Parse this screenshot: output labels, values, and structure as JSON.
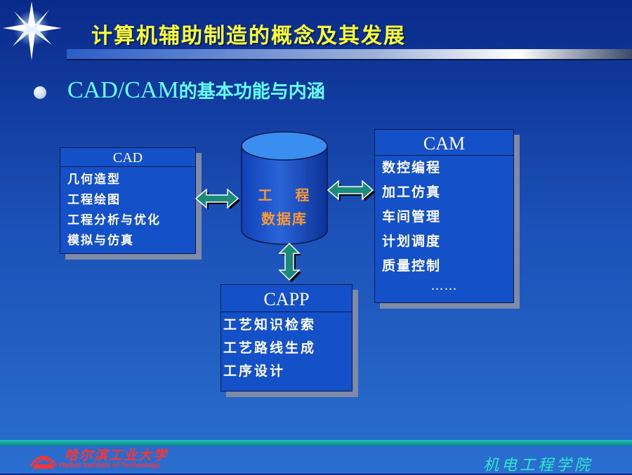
{
  "title": "计算机辅助制造的概念及其发展",
  "bullet": {
    "prefix": "CAD/CAM",
    "suffix": "的基本功能与内涵"
  },
  "cad": {
    "header": "CAD",
    "items": [
      "几何造型",
      "工程绘图",
      "工程分析与优化",
      "模拟与仿真"
    ]
  },
  "database": {
    "line1": "工 程",
    "line2": "数据库"
  },
  "cam": {
    "header": "CAM",
    "items": [
      "数控编程",
      "加工仿真",
      "车间管理",
      "计划调度",
      "质量控制"
    ],
    "ellipsis": "……"
  },
  "capp": {
    "header": "CAPP",
    "items": [
      "工艺知识检索",
      "工艺路线生成",
      "工序设计"
    ]
  },
  "footer": {
    "logo_cn": "哈尔滨工业大学",
    "logo_en": "Harbin Institute of Technology",
    "right": "机电工程学院"
  },
  "colors": {
    "title": "#ffff33",
    "bullet": "#66ffff",
    "box_fill": "#1450c8",
    "db_label": "#ff9933",
    "arrow": "#1a8a7a",
    "footer_right": "#30e8c8",
    "logo": "#ff3333"
  }
}
